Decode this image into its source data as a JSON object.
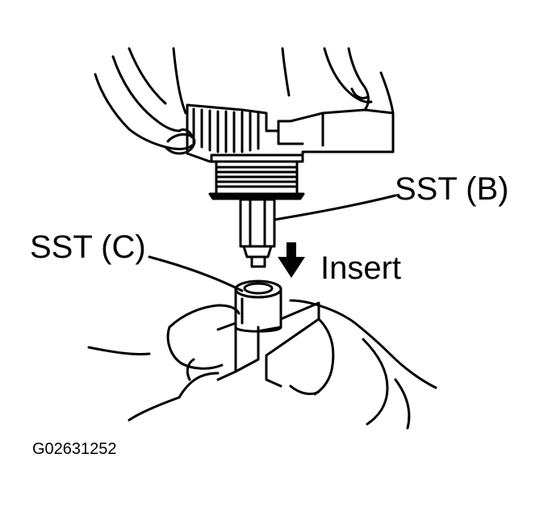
{
  "diagram": {
    "labels": {
      "sst_b": "SST (B)",
      "sst_c": "SST (C)",
      "insert": "Insert"
    },
    "figure_code": "G02631252",
    "icons": {
      "arrow": "down-arrow-icon"
    },
    "colors": {
      "ink": "#000000",
      "paper": "#ffffff"
    }
  }
}
